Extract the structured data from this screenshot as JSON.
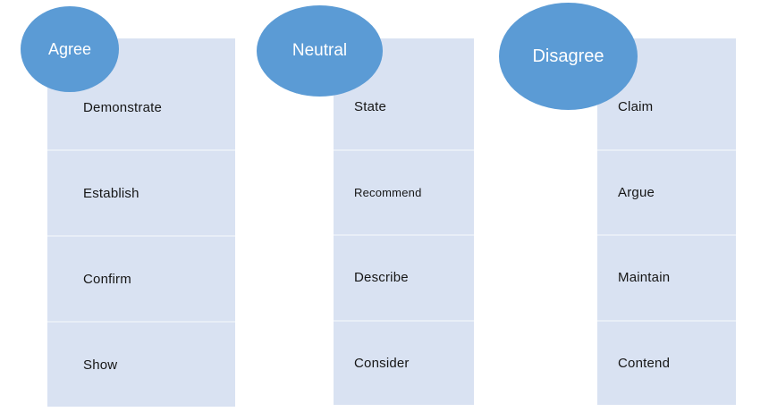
{
  "diagram": {
    "description": "Agree / Neutral / Disagree reporting-verb diagram",
    "colors": {
      "ellipse_fill": "#5b9bd5",
      "ellipse_text": "#ffffff",
      "column_fill": "#d9e2f2",
      "seam": "#e8eef7",
      "item_text": "#161616",
      "background": "#ffffff"
    },
    "columns": [
      {
        "header": "Agree",
        "items": [
          "Demonstrate",
          "Establish",
          "Confirm",
          "Show"
        ]
      },
      {
        "header": "Neutral",
        "items": [
          "State",
          "Recommend",
          "Describe",
          "Consider"
        ]
      },
      {
        "header": "Disagree",
        "items": [
          "Claim",
          "Argue",
          "Maintain",
          "Contend"
        ]
      }
    ]
  }
}
